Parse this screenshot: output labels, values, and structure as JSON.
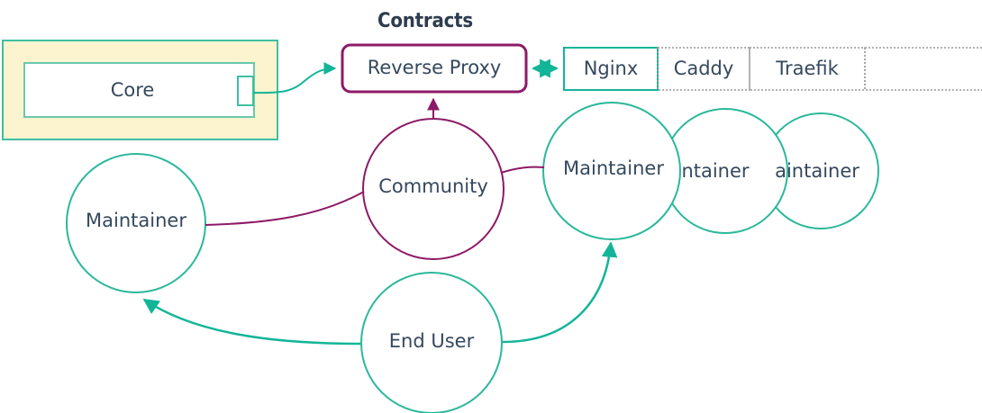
{
  "diagram": {
    "title": "Contracts",
    "colors": {
      "teal": "#13b598",
      "teal_soft": "#3fbfa2",
      "purple": "#8d1a66",
      "text": "#35485e",
      "cream_fill": "#fcf3cf",
      "dotted_gray": "#999999",
      "background": "#ffffff"
    },
    "core_group": {
      "name": "Core",
      "inner_label": "Core",
      "port_label": ""
    },
    "reverse_proxy": {
      "label": "Reverse Proxy"
    },
    "proxy_options": [
      {
        "label": "Nginx",
        "selected": true,
        "border": "solid"
      },
      {
        "label": "Caddy",
        "selected": false,
        "border": "dotted"
      },
      {
        "label": "Traefik",
        "selected": false,
        "border": "dotted"
      },
      {
        "label": "",
        "selected": false,
        "border": "dotted"
      }
    ],
    "actors": [
      {
        "id": "maintainer-left",
        "label": "Maintainer",
        "color": "teal"
      },
      {
        "id": "community",
        "label": "Community",
        "color": "purple"
      },
      {
        "id": "maintainer-1",
        "label": "Maintainer",
        "color": "teal"
      },
      {
        "id": "maintainer-2",
        "label": "Maintainer",
        "color": "teal"
      },
      {
        "id": "maintainer-3",
        "label": "Maintainer",
        "color": "teal"
      },
      {
        "id": "end-user",
        "label": "End User",
        "color": "teal"
      }
    ],
    "maintainer_clipped": {
      "second": "ntainer",
      "third": "aintainer"
    },
    "connections": [
      {
        "from": "Core",
        "to": "Reverse Proxy",
        "style": "arrow",
        "color": "teal"
      },
      {
        "from": "Reverse Proxy",
        "to": "Nginx",
        "style": "double-arrow",
        "color": "teal"
      },
      {
        "from": "Community",
        "to": "Reverse Proxy",
        "style": "arrow",
        "color": "purple"
      },
      {
        "from": "Maintainer",
        "to": "Community",
        "style": "line",
        "color": "purple"
      },
      {
        "from": "Community",
        "to": "Maintainer",
        "style": "line",
        "color": "purple"
      },
      {
        "from": "End User",
        "to": "Maintainer",
        "style": "arrow",
        "color": "teal"
      },
      {
        "from": "End User",
        "to": "Maintainer",
        "style": "arrow",
        "color": "teal"
      }
    ]
  }
}
